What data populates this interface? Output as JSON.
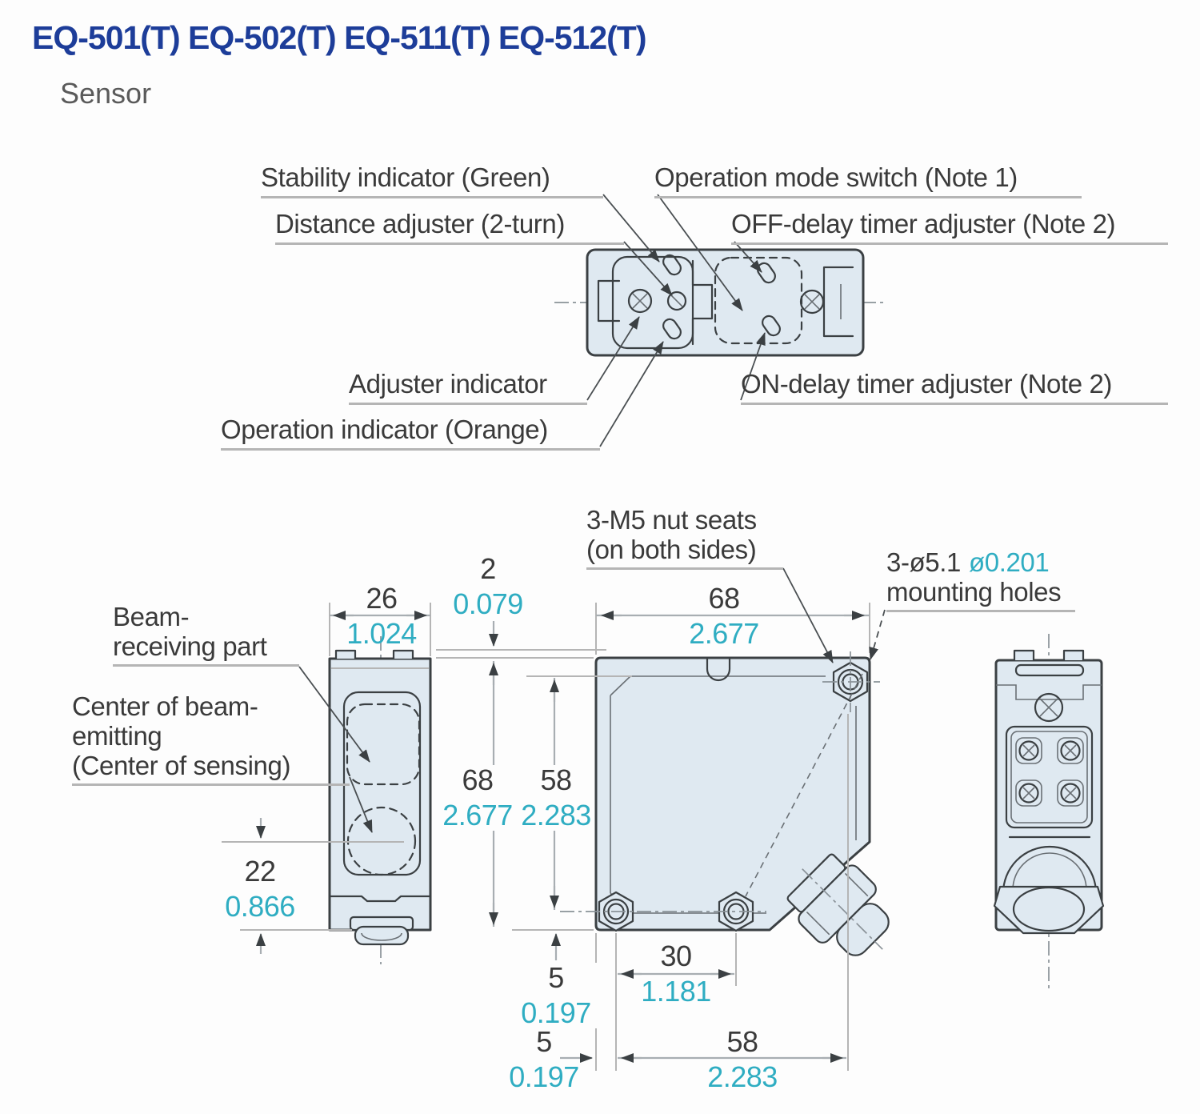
{
  "title": "EQ-501(T) EQ-502(T) EQ-511(T) EQ-512(T)",
  "subtitle": "Sensor",
  "colors": {
    "title-blue": "#1d3d99",
    "inch-cyan": "#2fadc2",
    "line-dark": "#3b4043",
    "body-fill": "#dfe9f1",
    "dim-gray": "#a8aeb2",
    "underline-gray": "#b5b5b5",
    "text": "#3a3a3a"
  },
  "callouts": {
    "stability": "Stability indicator (Green)",
    "operation_mode": "Operation mode switch (Note 1)",
    "distance_adjuster": "Distance adjuster (2-turn)",
    "off_delay": "OFF-delay timer adjuster (Note 2)",
    "adjuster_indicator": "Adjuster indicator",
    "on_delay": "ON-delay timer adjuster (Note 2)",
    "operation_indicator": "Operation indicator (Orange)"
  },
  "annotations": {
    "nut_seats_line1": "3-M5 nut seats",
    "nut_seats_line2": "(on both sides)",
    "mounting_prefix": "3-ø5.1",
    "mounting_inch": "ø0.201",
    "mounting_line2": "mounting holes",
    "beam_line1": "Beam-",
    "beam_line2": "receiving part",
    "center_line1": "Center of beam-",
    "center_line2": "emitting",
    "center_line3": "(Center of sensing)"
  },
  "dimensions": {
    "width_26": {
      "mm": "26",
      "inch": "1.024"
    },
    "tab_2": {
      "mm": "2",
      "inch": "0.079"
    },
    "width_68": {
      "mm": "68",
      "inch": "2.677"
    },
    "height_68": {
      "mm": "68",
      "inch": "2.677"
    },
    "height_58": {
      "mm": "58",
      "inch": "2.283"
    },
    "beam_22": {
      "mm": "22",
      "inch": "0.866"
    },
    "bottom_5": {
      "mm": "5",
      "inch": "0.197"
    },
    "side_5": {
      "mm": "5",
      "inch": "0.197"
    },
    "holes_30": {
      "mm": "30",
      "inch": "1.181"
    },
    "holes_58": {
      "mm": "58",
      "inch": "2.283"
    }
  }
}
